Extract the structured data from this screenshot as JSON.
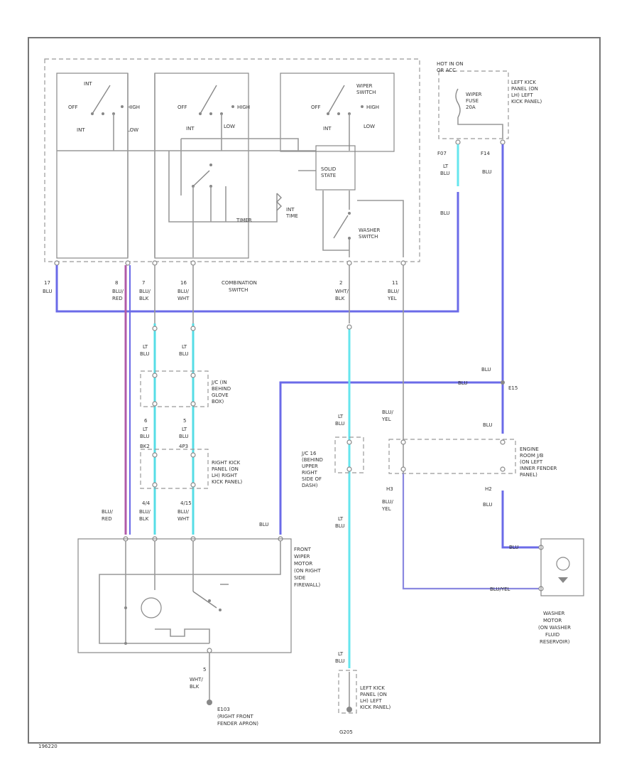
{
  "combination_switch": {
    "switch1": {
      "int": "INT",
      "off": "OFF",
      "high": "HIGH",
      "low": "LOW"
    },
    "switch2": {
      "off": "OFF",
      "high": "HIGH",
      "int": "INT",
      "low": "LOW"
    },
    "wiper_switch": {
      "title_l1": "WIPER",
      "title_l2": "SWITCH",
      "off": "OFF",
      "high": "HIGH",
      "int": "INT",
      "low": "LOW"
    },
    "solid_state_l1": "SOLID",
    "solid_state_l2": "STATE",
    "int_time_l1": "INT",
    "int_time_l2": "TIME",
    "timer": "TIMER",
    "washer_l1": "WASHER",
    "washer_l2": "SWITCH",
    "label_l1": "COMBINATION",
    "label_l2": "SWITCH",
    "pins": [
      {
        "pin": "17",
        "c1": "BLU",
        "c2": ""
      },
      {
        "pin": "8",
        "c1": "BLU/",
        "c2": "RED"
      },
      {
        "pin": "7",
        "c1": "BLU/",
        "c2": "BLK"
      },
      {
        "pin": "16",
        "c1": "BLU/",
        "c2": "WHT"
      },
      {
        "pin": "2",
        "c1": "WHT/",
        "c2": "BLK"
      },
      {
        "pin": "11",
        "c1": "BLU/",
        "c2": "YEL"
      }
    ]
  },
  "fuse": {
    "hot_l1": "HOT IN ON",
    "hot_l2": "OR ACC",
    "name_l1": "WIPER",
    "name_l2": "FUSE",
    "rating": "20A",
    "loc": [
      "LEFT KICK",
      "PANEL (ON",
      "LH) LEFT",
      "KICK PANEL)"
    ],
    "pin1": "F07",
    "pin2": "F14",
    "c1a": "LT",
    "c1b": "BLU",
    "c2": "BLU",
    "c3": "BLU"
  },
  "jc_glove": {
    "c1a": "LT",
    "c1b": "BLU",
    "c2a": "LT",
    "c2b": "BLU",
    "loc": [
      "J/C (IN",
      "BEHIND",
      "GLOVE",
      "BOX)"
    ]
  },
  "kick_right": {
    "p1": "6",
    "p2": "5",
    "c1a": "LT",
    "c1b": "BLU",
    "c2a": "LT",
    "c2b": "BLU",
    "t1": "BK2",
    "t2": "4P3",
    "loc": [
      "RIGHT KICK",
      "PANEL (ON",
      "LH) RIGHT",
      "KICK PANEL)"
    ]
  },
  "motor_pins": {
    "p1": "4/4",
    "p2": "4/15",
    "c1a": "BLU/",
    "c1b": "RED",
    "c2a": "BLU/",
    "c2b": "BLK",
    "c3a": "BLU/",
    "c3b": "WHT",
    "c4": "BLU"
  },
  "jc_rh": {
    "c1a": "LT",
    "c1b": "BLU",
    "c2a": "LT",
    "c2b": "BLU",
    "loc": [
      "J/C 16",
      "(BEHIND",
      "UPPER",
      "RIGHT",
      "SIDE OF",
      "DASH)"
    ]
  },
  "engine_room": {
    "p1": "H3",
    "p2": "H2",
    "c1a": "BLU/",
    "c1b": "YEL",
    "c2": "BLU",
    "c3a": "BLU/",
    "c3b": "YEL",
    "c4": "BLU",
    "loc": [
      "ENGINE",
      "ROOM J/B",
      "(ON LEFT",
      "INNER FENDER",
      "PANEL)"
    ]
  },
  "splice": {
    "id": "E15",
    "c1": "BLU",
    "c2": "BLU"
  },
  "front_motor": {
    "loc": [
      "FRONT",
      "WIPER",
      "MOTOR",
      "(ON RIGHT",
      "SIDE",
      "FIREWALL)"
    ]
  },
  "washer_motor": {
    "w1": "BLU",
    "w2": "BLU/YEL",
    "loc": [
      "WASHER",
      "MOTOR",
      "(ON WASHER",
      "FLUID",
      "RESERVOIR)"
    ]
  },
  "ground1": {
    "pin": "5",
    "c1": "WHT/",
    "c2": "BLK",
    "id": "E103",
    "loc": [
      "(RIGHT FRONT",
      "FENDER APRON)"
    ]
  },
  "ground2": {
    "c1": "LT",
    "c2": "BLU",
    "id": "G205",
    "loc": [
      "LEFT KICK",
      "PANEL (ON",
      "LH) LEFT",
      "KICK PANEL)"
    ]
  },
  "figure_id": "196220"
}
